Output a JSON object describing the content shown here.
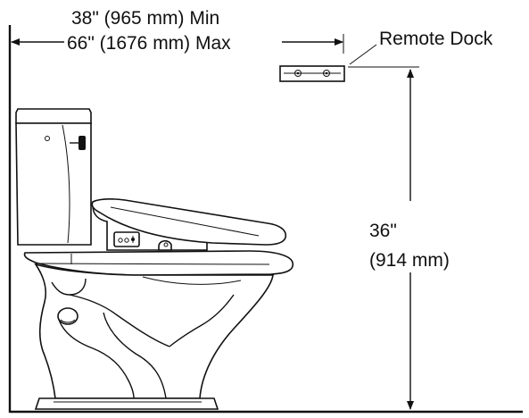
{
  "labels": {
    "min_dimension": "38\" (965 mm) Min",
    "max_dimension": "66\" (1676 mm) Max",
    "remote_dock": "Remote Dock",
    "height_imperial": "36\"",
    "height_metric": "(914 mm)"
  },
  "colors": {
    "line": "#111111",
    "background": "#ffffff"
  }
}
